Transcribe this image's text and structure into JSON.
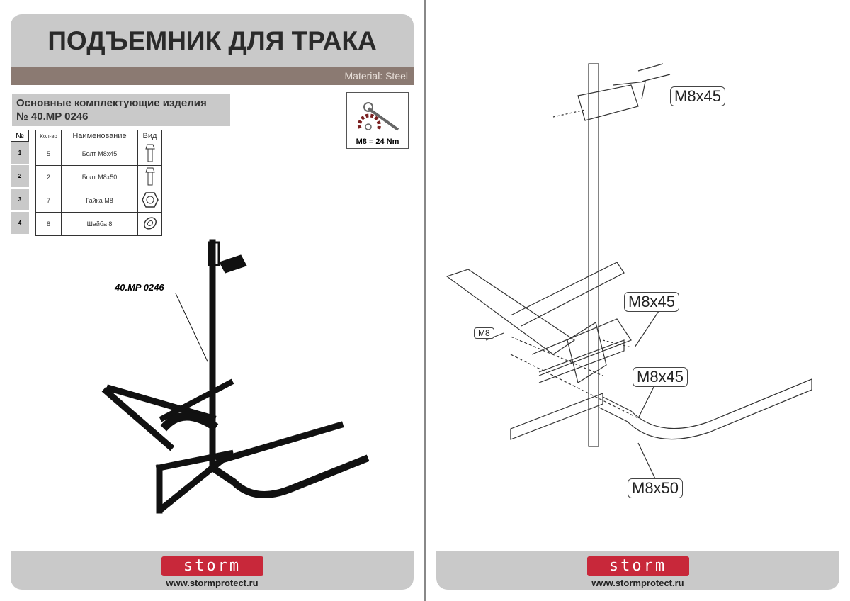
{
  "left": {
    "title": "ПОДЪЕМНИК ДЛЯ ТРАКА",
    "material": "Material: Steel",
    "subtitle_line1": "Основные комплектующие изделия",
    "subtitle_line2": "№ 40.MP 0246",
    "torque": "M8 = 24 Nm",
    "table": {
      "headers": {
        "num": "№",
        "qty": "Кол-во",
        "name": "Наименование",
        "view": "Вид"
      },
      "rows": [
        {
          "num": "1",
          "qty": "5",
          "name": "Болт М8х45",
          "icon": "bolt-icon"
        },
        {
          "num": "2",
          "qty": "2",
          "name": "Болт М8х50",
          "icon": "bolt-icon"
        },
        {
          "num": "3",
          "qty": "7",
          "name": "Гайка М8",
          "icon": "nut-icon"
        },
        {
          "num": "4",
          "qty": "8",
          "name": "Шайба 8",
          "icon": "washer-icon"
        }
      ]
    },
    "part_label": "40.MP 0246"
  },
  "right": {
    "callouts": [
      "M8x45",
      "M8x45",
      "M8x45",
      "M8x50",
      "M8"
    ]
  },
  "footer": {
    "logo": "storm",
    "url": "www.stormprotect.ru"
  }
}
